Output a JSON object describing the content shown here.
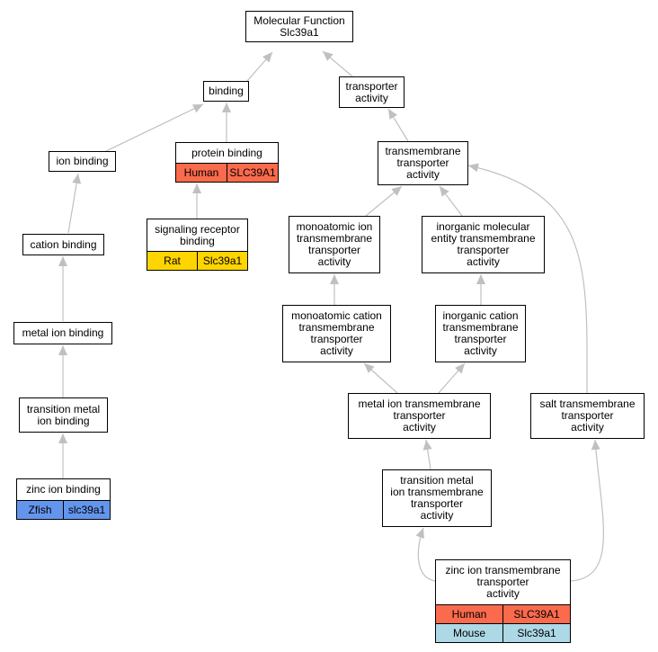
{
  "nodes": {
    "mf": "Molecular Function\nSlc39a1",
    "binding": "binding",
    "transporter": "transporter\nactivity",
    "ion_binding": "ion binding",
    "protein_binding": "protein binding",
    "tmt": "transmembrane\ntransporter\nactivity",
    "signaling": "signaling receptor\nbinding",
    "cation_binding": "cation binding",
    "mono_ion": "monoatomic ion\ntransmembrane\ntransporter\nactivity",
    "inorg_mol": "inorganic molecular\nentity transmembrane\ntransporter\nactivity",
    "metal_ion_binding": "metal ion binding",
    "mono_cation": "monoatomic cation\ntransmembrane\ntransporter\nactivity",
    "inorg_cation": "inorganic cation\ntransmembrane\ntransporter\nactivity",
    "tm_ion_binding": "transition metal\nion binding",
    "metal_ion_tmt": "metal ion transmembrane\ntransporter\nactivity",
    "salt_tmt": "salt transmembrane\ntransporter\nactivity",
    "tm_ion_tmt": "transition metal\nion transmembrane\ntransporter\nactivity",
    "zinc_binding": "zinc ion binding",
    "zinc_tmt": "zinc ion transmembrane\ntransporter\nactivity"
  },
  "annotations": {
    "protein_binding": [
      {
        "species": "Human",
        "gene": "SLC39A1"
      }
    ],
    "signaling": [
      {
        "species": "Rat",
        "gene": "Slc39a1"
      }
    ],
    "zinc_binding": [
      {
        "species": "Zfish",
        "gene": "slc39a1"
      }
    ],
    "zinc_tmt": [
      {
        "species": "Human",
        "gene": "SLC39A1"
      },
      {
        "species": "Mouse",
        "gene": "Slc39a1"
      }
    ]
  },
  "colors": {
    "edge": "#c0c0c0",
    "Human": "#fa6a4c",
    "Rat": "#ffd500",
    "Zfish": "#6495ed",
    "Mouse": "#add8e6"
  }
}
